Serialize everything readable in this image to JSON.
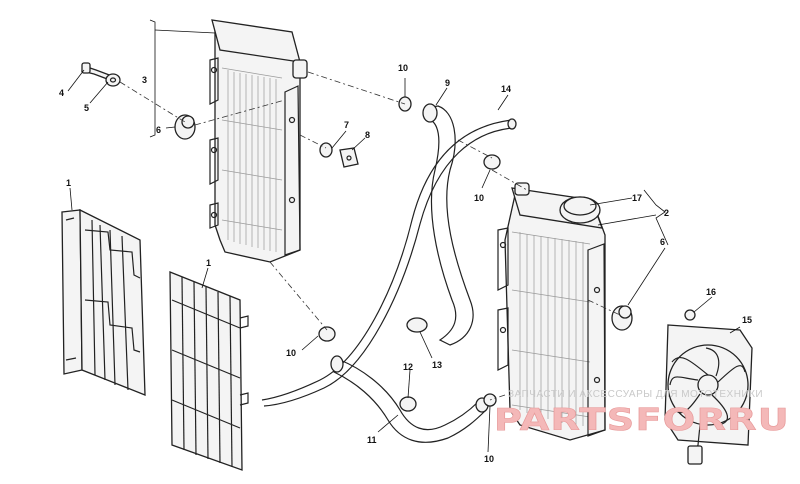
{
  "callouts": [
    {
      "id": "c1a",
      "label": "1"
    },
    {
      "id": "c1b",
      "label": "1"
    },
    {
      "id": "c2",
      "label": "2"
    },
    {
      "id": "c3",
      "label": "3"
    },
    {
      "id": "c4",
      "label": "4"
    },
    {
      "id": "c5",
      "label": "5"
    },
    {
      "id": "c6a",
      "label": "6"
    },
    {
      "id": "c6b",
      "label": "6"
    },
    {
      "id": "c7",
      "label": "7"
    },
    {
      "id": "c8",
      "label": "8"
    },
    {
      "id": "c9",
      "label": "9"
    },
    {
      "id": "c10a",
      "label": "10"
    },
    {
      "id": "c10b",
      "label": "10"
    },
    {
      "id": "c10c",
      "label": "10"
    },
    {
      "id": "c10d",
      "label": "10"
    },
    {
      "id": "c11",
      "label": "11"
    },
    {
      "id": "c12",
      "label": "12"
    },
    {
      "id": "c13",
      "label": "13"
    },
    {
      "id": "c14",
      "label": "14"
    },
    {
      "id": "c15",
      "label": "15"
    },
    {
      "id": "c16",
      "label": "16"
    },
    {
      "id": "c17",
      "label": "17"
    }
  ],
  "watermark": {
    "tagline": "ЗАПЧАСТИ И АКСЕССУАРЫ ДЛЯ МОТОТЕХНИКИ",
    "brand": "PARTSFORRU"
  }
}
